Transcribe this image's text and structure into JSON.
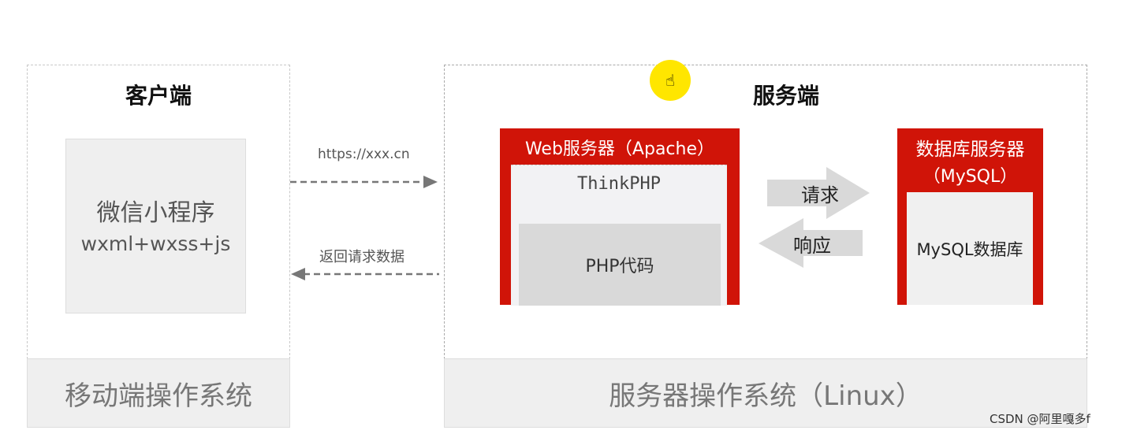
{
  "client": {
    "title": "客户端",
    "app_name": "微信小程序",
    "app_tech": "wxml+wxss+js",
    "os": "移动端操作系统"
  },
  "link": {
    "request_url": "https://xxx.cn",
    "response_label": "返回请求数据"
  },
  "server": {
    "title": "服务端",
    "web_server": {
      "title": "Web服务器（Apache）",
      "framework": "ThinkPHP",
      "code": "PHP代码"
    },
    "db_server": {
      "title": "数据库服务器",
      "subtitle": "（MySQL）",
      "db": "MySQL数据库"
    },
    "request_label": "请求",
    "response_label": "响应",
    "os": "服务器操作系统（Linux）"
  },
  "watermark": "CSDN @阿里嘎多f",
  "colors": {
    "red": "#d01408",
    "panel": "#efefef",
    "cursor_highlight": "#ffe600"
  }
}
